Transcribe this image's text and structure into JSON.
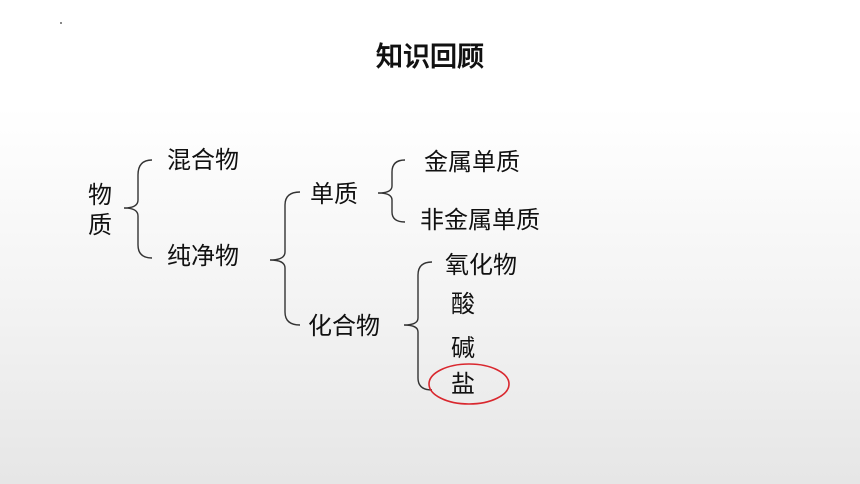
{
  "title": "知识回顾",
  "root": {
    "chars": [
      "物",
      "质"
    ]
  },
  "level1": [
    "混合物",
    "纯净物"
  ],
  "level2": [
    "单质",
    "化合物"
  ],
  "elements": [
    "金属单质",
    "非金属单质"
  ],
  "compounds": [
    "氧化物",
    "酸",
    "碱",
    "盐"
  ],
  "highlight": {
    "item": "盐",
    "color": "#d9272e"
  },
  "colors": {
    "text": "#111111",
    "bracket": "#333333"
  }
}
